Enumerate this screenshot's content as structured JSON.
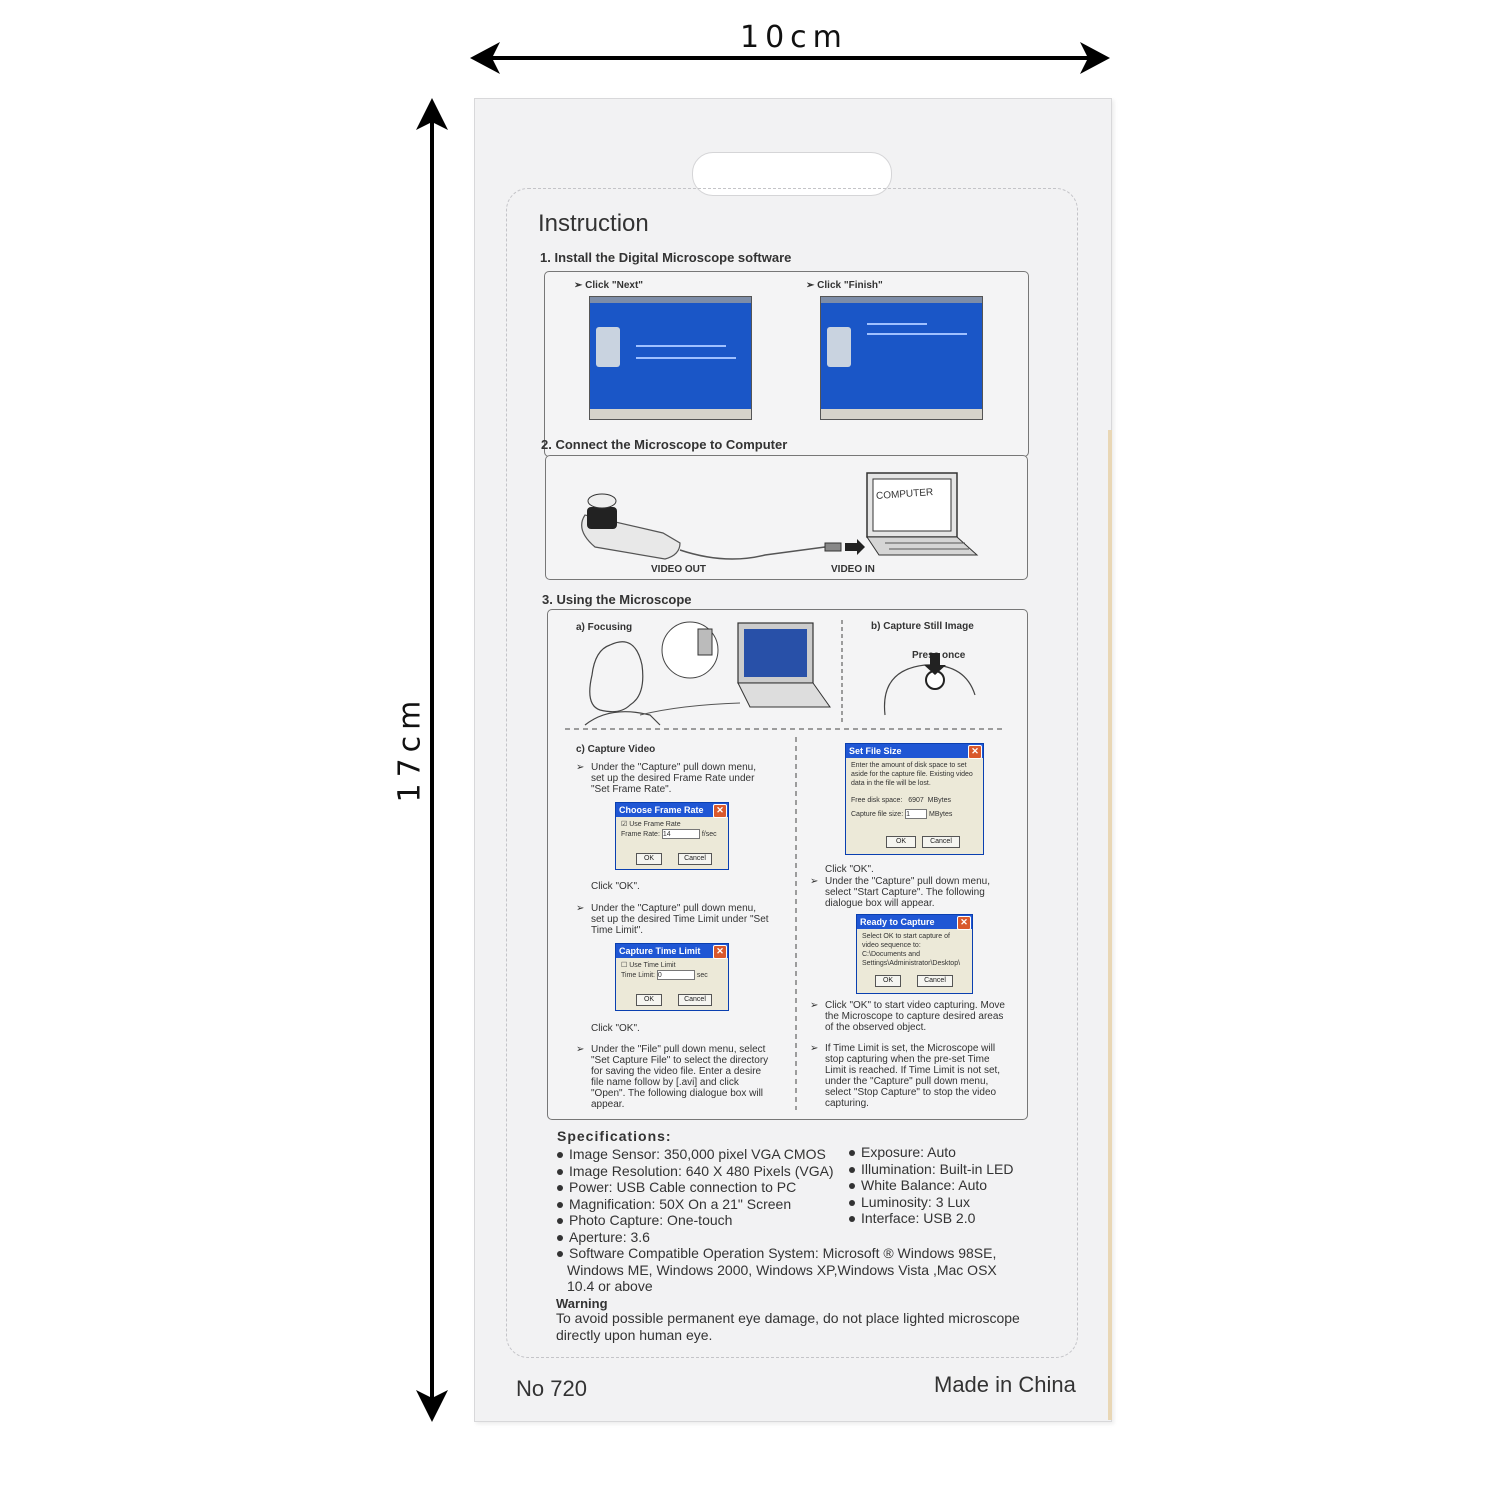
{
  "dimensions": {
    "width_label": "10cm",
    "height_label": "17cm"
  },
  "box": {
    "title": "Instruction",
    "step1": {
      "label": "1.  Install the Digital Microscope software",
      "click_next": "Click \"Next\"",
      "click_finish": "Click \"Finish\""
    },
    "step2": {
      "label": "2. Connect the Microscope to Computer",
      "computer": "COMPUTER",
      "video_out": "VIDEO  OUT",
      "video_in": "VIDEO  IN"
    },
    "step3": {
      "label": "3. Using the Microscope",
      "focusing": "a) Focusing",
      "capture_still": "b) Capture Still Image",
      "press_once": "Press once",
      "capture_video": "c) Capture Video",
      "left_text1": "Under the \"Capture\" pull down menu, set up the desired Frame Rate  under \"Set Frame Rate\".",
      "frame_dialog": {
        "title": "Choose Frame Rate",
        "checkbox": "Use Frame Rate",
        "field_label": "Frame Rate:",
        "field_value": "14",
        "unit": "f/sec",
        "ok": "OK",
        "cancel": "Cancel"
      },
      "click_ok_1": "Click \"OK\".",
      "left_text2": "Under the \"Capture\" pull down menu, set up the desired Time Limit under \"Set Time Limit\".",
      "time_dialog": {
        "title": "Capture Time Limit",
        "checkbox": "Use Time Limit",
        "field_label": "Time Limit:",
        "field_value": "0",
        "unit": "sec",
        "ok": "OK",
        "cancel": "Cancel"
      },
      "click_ok_2": "Click \"OK\".",
      "left_text3": "Under the \"File\" pull down menu, select \"Set Capture File\" to select the directory for saving the video file. Enter a desire file name follow by [.avi] and click \"Open\".  The following dialogue box will appear.",
      "file_dialog": {
        "title": "Set File Size",
        "text": "Enter the amount of disk space to set aside for the capture file.  Existing video data in the file will be lost.",
        "free_label": "Free disk space:",
        "free_value": "6907",
        "free_unit": "MBytes",
        "cap_label": "Capture file size:",
        "cap_value": "1",
        "cap_unit": "MBytes",
        "ok": "OK",
        "cancel": "Cancel"
      },
      "right_click_ok": "Click \"OK\".",
      "right_text1": "Under the \"Capture\" pull down menu, select \"Start Capture\". The following dialogue box will appear.",
      "ready_dialog": {
        "title": "Ready to Capture",
        "text": "Select OK to start capture of video sequence to: C:\\Documents and Settings\\Administrator\\Desktop\\",
        "ok": "OK",
        "cancel": "Cancel"
      },
      "right_text2": "Click \"OK\" to start video capturing. Move the Microscope to capture desired areas of the observed object.",
      "right_text3": "If Time Limit is set, the Microscope will stop capturing when the pre-set Time Limit is reached.  If Time Limit is not set, under the \"Capture\" pull down menu, select \"Stop Capture\" to stop the video capturing."
    },
    "specs": {
      "heading": "Specifications:",
      "left": [
        "Image Sensor:  350,000 pixel VGA CMOS",
        "Image Resolution:  640 X 480 Pixels (VGA)",
        "Power: USB Cable connection to PC",
        "Magnification: 50X On a 21\" Screen",
        "Photo Capture:  One-touch",
        "Aperture:  3.6",
        "Software Compatible Operation System:  Microsoft ® Windows 98SE, Windows ME, Windows 2000, Windows XP,Windows Vista ,Mac OSX 10.4 or above"
      ],
      "right": [
        "Exposure:  Auto",
        "Illumination: Built-in LED",
        "White Balance:  Auto",
        "Luminosity:  3 Lux",
        "Interface:  USB 2.0"
      ]
    },
    "warning": {
      "heading": "Warning",
      "text": "To avoid possible permanent eye damage, do not place lighted microscope directly upon human eye."
    },
    "model": "No 720",
    "origin": "Made in China"
  },
  "colors": {
    "xp_blue": "#1a56c7",
    "dialog_title": "#1f56d4",
    "box_bg": "#f2f2f3"
  }
}
